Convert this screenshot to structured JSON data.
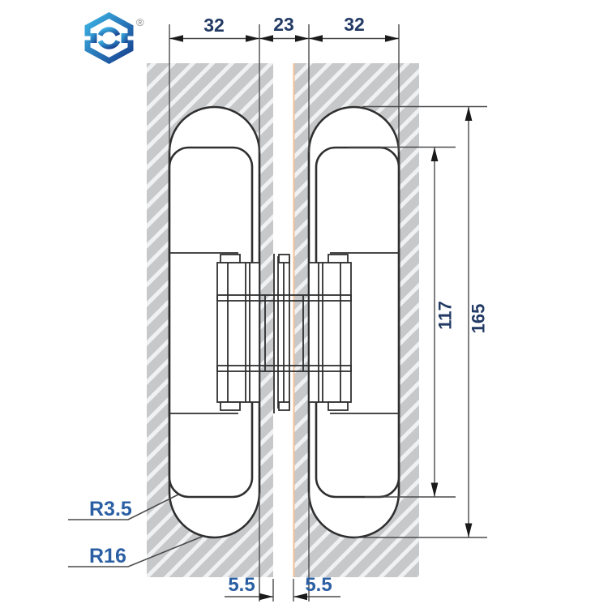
{
  "logo": {
    "registered_symbol": "®"
  },
  "dimensions": {
    "top_left_width": "32",
    "top_gap": "23",
    "top_right_width": "32",
    "inner_height": "117",
    "overall_height": "165",
    "bottom_left_depth": "5.5",
    "bottom_right_depth": "5.5",
    "inner_corner_radius": "R3.5",
    "outer_corner_radius": "R16"
  },
  "colors": {
    "dimension_text": "#223a64",
    "radius_text": "#2b5fa3",
    "drawing_line": "#2f2f2f",
    "dimension_line": "#4a4a4a",
    "hatch_fill": "#c6c8ca",
    "hatch_stripe": "#f0f1f2",
    "gap_accent_line": "#f0c096",
    "logo_gradient_start": "#3cb4e5",
    "logo_gradient_end": "#173f8f"
  }
}
